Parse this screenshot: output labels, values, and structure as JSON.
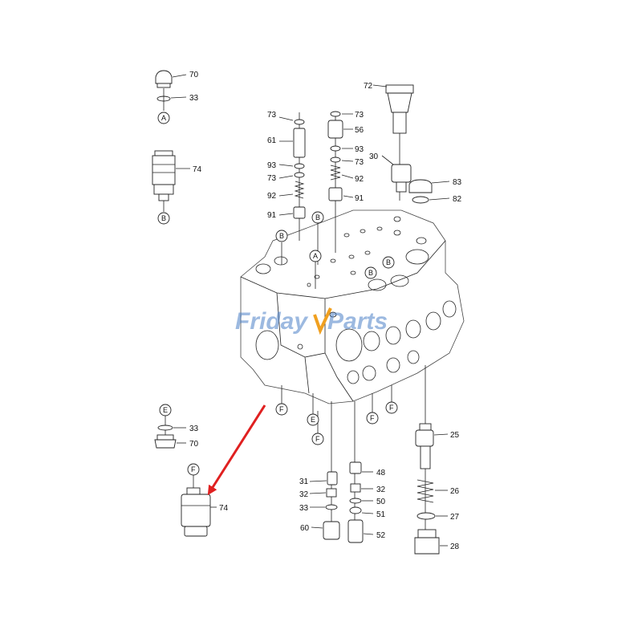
{
  "watermark": {
    "part1": "Friday",
    "part2": "Parts",
    "color": "#4a7fc7",
    "accent": "#f0a020"
  },
  "arrow_color": "#e02020",
  "callouts": {
    "c70a": "70",
    "c33a": "33",
    "c74a": "74",
    "cA": "A",
    "cBa": "B",
    "c73a": "73",
    "c61": "61",
    "c93a": "93",
    "c73b": "73",
    "c92a": "92",
    "c91a": "91",
    "c73c": "73",
    "c56": "56",
    "c93b": "93",
    "c73d": "73",
    "c92b": "92",
    "c91b": "91",
    "c72": "72",
    "c30": "30",
    "c83": "83",
    "c82": "82",
    "c33b": "33",
    "c70b": "70",
    "c74b": "74",
    "c31": "31",
    "c32a": "32",
    "c33c": "33",
    "c60": "60",
    "c48": "48",
    "c32b": "32",
    "c50": "50",
    "c51": "51",
    "c52": "52",
    "c25": "25",
    "c26": "26",
    "c27": "27",
    "c28": "28"
  },
  "refs": {
    "A": "A",
    "B": "B",
    "E": "E",
    "F": "F"
  }
}
